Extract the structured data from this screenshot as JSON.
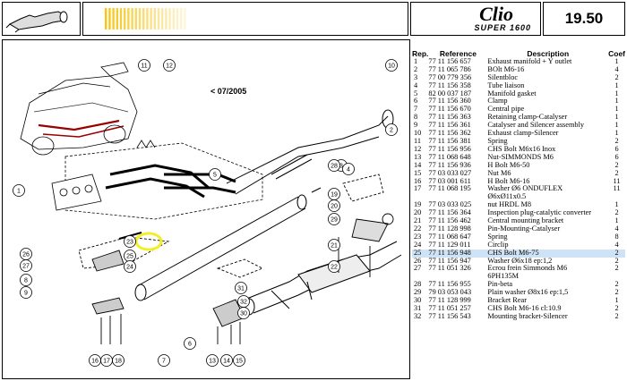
{
  "header": {
    "logo_text": "Clio",
    "logo_sub": "SUPER 1600",
    "page_number": "19.50",
    "icon": "exhaust-pipe-icon",
    "band_color": "#f5c518"
  },
  "diagram": {
    "version_note": "< 07/2005",
    "callouts": [
      "11",
      "12",
      "10",
      "5",
      "1",
      "2",
      "3",
      "4",
      "28",
      "29",
      "19",
      "20",
      "21",
      "22",
      "23",
      "25",
      "24",
      "26",
      "27",
      "8",
      "9",
      "31",
      "32",
      "30",
      "6",
      "16",
      "17",
      "18",
      "13",
      "14",
      "15",
      "7"
    ],
    "highlight_color": "#f2ef2a"
  },
  "parts": {
    "headers": {
      "rep": "Rep.",
      "ref": "Reference",
      "desc": "Description",
      "qty": "Coef"
    },
    "rows": [
      {
        "rep": "1",
        "ref": "77 11 156 657",
        "desc": "Exhaust manifold + Y outlet",
        "qty": "1"
      },
      {
        "rep": "2",
        "ref": "77 11 065 786",
        "desc": "BOlt M6-16",
        "qty": "4"
      },
      {
        "rep": "3",
        "ref": "77 00 779 356",
        "desc": "Silentbloc",
        "qty": "2"
      },
      {
        "rep": "4",
        "ref": "77 11 156 358",
        "desc": "Tube liaison",
        "qty": "1"
      },
      {
        "rep": "5",
        "ref": "82 00 037 187",
        "desc": "Manifold gasket",
        "qty": "1"
      },
      {
        "rep": "6",
        "ref": "77 11 156 360",
        "desc": "Clamp",
        "qty": "1"
      },
      {
        "rep": "7",
        "ref": "77 11 156 670",
        "desc": "Central pipe",
        "qty": "1"
      },
      {
        "rep": "8",
        "ref": "77 11 156 363",
        "desc": "Retaining clamp-Catalyser",
        "qty": "1"
      },
      {
        "rep": "9",
        "ref": "77 11 156 361",
        "desc": "Catalyser and Silencer assembly",
        "qty": "1"
      },
      {
        "rep": "10",
        "ref": "77 11 156 362",
        "desc": "Exhaust clamp-Silencer",
        "qty": "1"
      },
      {
        "rep": "11",
        "ref": "77 11 156 381",
        "desc": "Spring",
        "qty": "2"
      },
      {
        "rep": "12",
        "ref": "77 11 156 956",
        "desc": "CHS Bolt M6x16 Inox",
        "qty": "6"
      },
      {
        "rep": "13",
        "ref": "77 11 068 648",
        "desc": "Nut-SIMMONDS M6",
        "qty": "6"
      },
      {
        "rep": "14",
        "ref": "77 11 156 936",
        "desc": "H Bolt M6-50",
        "qty": "2"
      },
      {
        "rep": "15",
        "ref": "77 03 033 027",
        "desc": "Nut M6",
        "qty": "2"
      },
      {
        "rep": "16",
        "ref": "77 03 001 611",
        "desc": "H Bolt M6-16",
        "qty": "11"
      },
      {
        "rep": "17",
        "ref": "77 11 068 195",
        "desc": "Washer Ø6 ONDUFLEX",
        "qty": "11"
      },
      {
        "rep": "",
        "ref": "",
        "desc": "Ø6xØ11x0.5",
        "qty": ""
      },
      {
        "rep": "19",
        "ref": "77 03 033 025",
        "desc": "nut HRDL M8",
        "qty": "1"
      },
      {
        "rep": "20",
        "ref": "77 11 156 364",
        "desc": "Inspection plug-catalytic converter",
        "qty": "2"
      },
      {
        "rep": "21",
        "ref": "77 11 156 462",
        "desc": "Central mounting bracket",
        "qty": "1"
      },
      {
        "rep": "22",
        "ref": "77 11 128 998",
        "desc": "Pin-Mounting-Catalyser",
        "qty": "4"
      },
      {
        "rep": "23",
        "ref": "77 11 068 647",
        "desc": "Spring",
        "qty": "8"
      },
      {
        "rep": "24",
        "ref": "77 11 129 011",
        "desc": "Circlip",
        "qty": "4"
      },
      {
        "rep": "25",
        "ref": "77 11 156 948",
        "desc": "CHS Bolt M6-75",
        "qty": "2",
        "highlight": true
      },
      {
        "rep": "26",
        "ref": "77 11 156 947",
        "desc": "Washer Ø6x18 ep:1,2",
        "qty": "2"
      },
      {
        "rep": "27",
        "ref": "77 11 051 326",
        "desc": "Ecrou frein Simmonds M6",
        "qty": "2"
      },
      {
        "rep": "",
        "ref": "",
        "desc": "6PH135M",
        "qty": ""
      },
      {
        "rep": "28",
        "ref": "77 11 156 955",
        "desc": "Pin-beta",
        "qty": "2"
      },
      {
        "rep": "29",
        "ref": "79 03 053 043",
        "desc": "Plain washer Ø8x16 ep:1,5",
        "qty": "2"
      },
      {
        "rep": "30",
        "ref": "77 11 128 999",
        "desc": "Bracket Rear",
        "qty": "1"
      },
      {
        "rep": "31",
        "ref": "77 11 051 257",
        "desc": "CHS Bolt M6-16 cl:10.9",
        "qty": "2"
      },
      {
        "rep": "32",
        "ref": "77 11 156 543",
        "desc": "Mounting bracket-Silencer",
        "qty": "2"
      }
    ]
  }
}
